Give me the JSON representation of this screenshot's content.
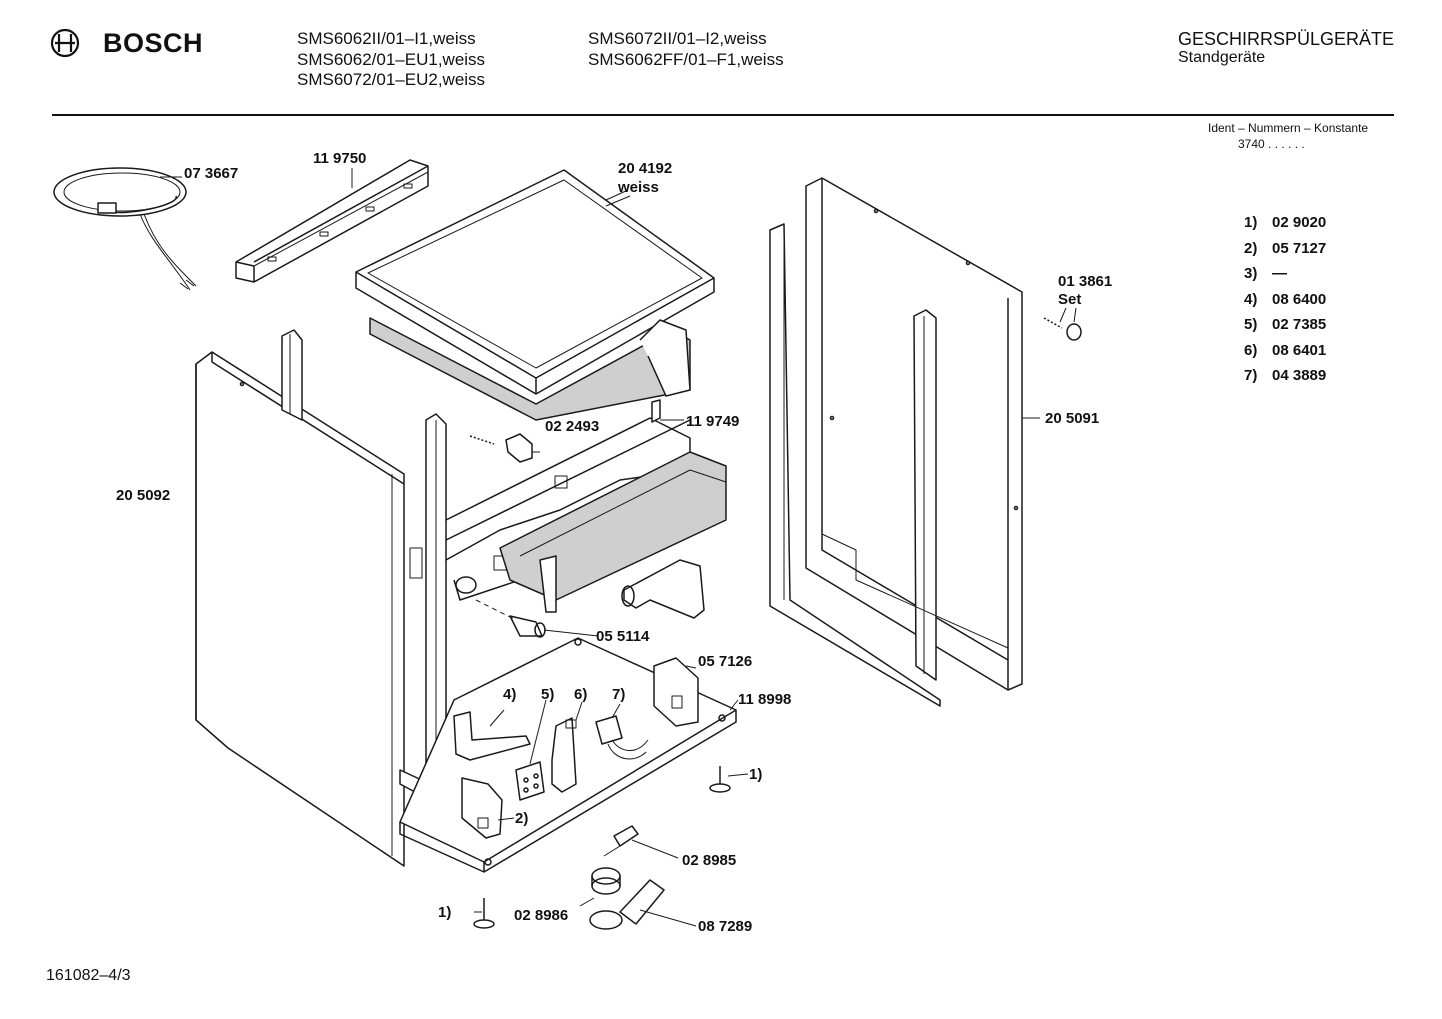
{
  "header": {
    "brand": "BOSCH",
    "models_col1": [
      "SMS6062II/01–I1,weiss",
      "SMS6062/01–EU1,weiss",
      "SMS6072/01–EU2,weiss"
    ],
    "models_col2": [
      "SMS6072II/01–I2,weiss",
      "SMS6062FF/01–F1,weiss"
    ],
    "category_title": "GESCHIRRSPÜLGERÄTE",
    "category_subtitle": "Standgeräte",
    "ident_label": "Ident – Nummern – Konstante",
    "ident_number": "3740  .  .   .  .  .  ."
  },
  "part_labels": {
    "power_cord": "07 3667",
    "top_rail": "11 9750",
    "worktop": "20 4192",
    "worktop_color": "weiss",
    "cover_set": "01 3861",
    "cover_set_suffix": "Set",
    "clip": "02 2493",
    "bracket": "11 9749",
    "right_panel": "20 5091",
    "left_panel": "20 5092",
    "capacitor": "05 5114",
    "holder": "05 7126",
    "base": "11 8998",
    "float_switch": "02 8985",
    "float": "02 8986",
    "switch_holder": "08 7289",
    "callout_4": "4)",
    "callout_5": "5)",
    "callout_6": "6)",
    "callout_7": "7)",
    "callout_2": "2)",
    "callout_1a": "1)",
    "callout_1b": "1)"
  },
  "legend": [
    {
      "key": "1)",
      "value": "02 9020"
    },
    {
      "key": "2)",
      "value": "05 7127"
    },
    {
      "key": "3)",
      "value": "—"
    },
    {
      "key": "4)",
      "value": "08 6400"
    },
    {
      "key": "5)",
      "value": "02 7385"
    },
    {
      "key": "6)",
      "value": "08 6401"
    },
    {
      "key": "7)",
      "value": "04 3889"
    }
  ],
  "footer": {
    "drawing_number": "161082–4/3"
  }
}
